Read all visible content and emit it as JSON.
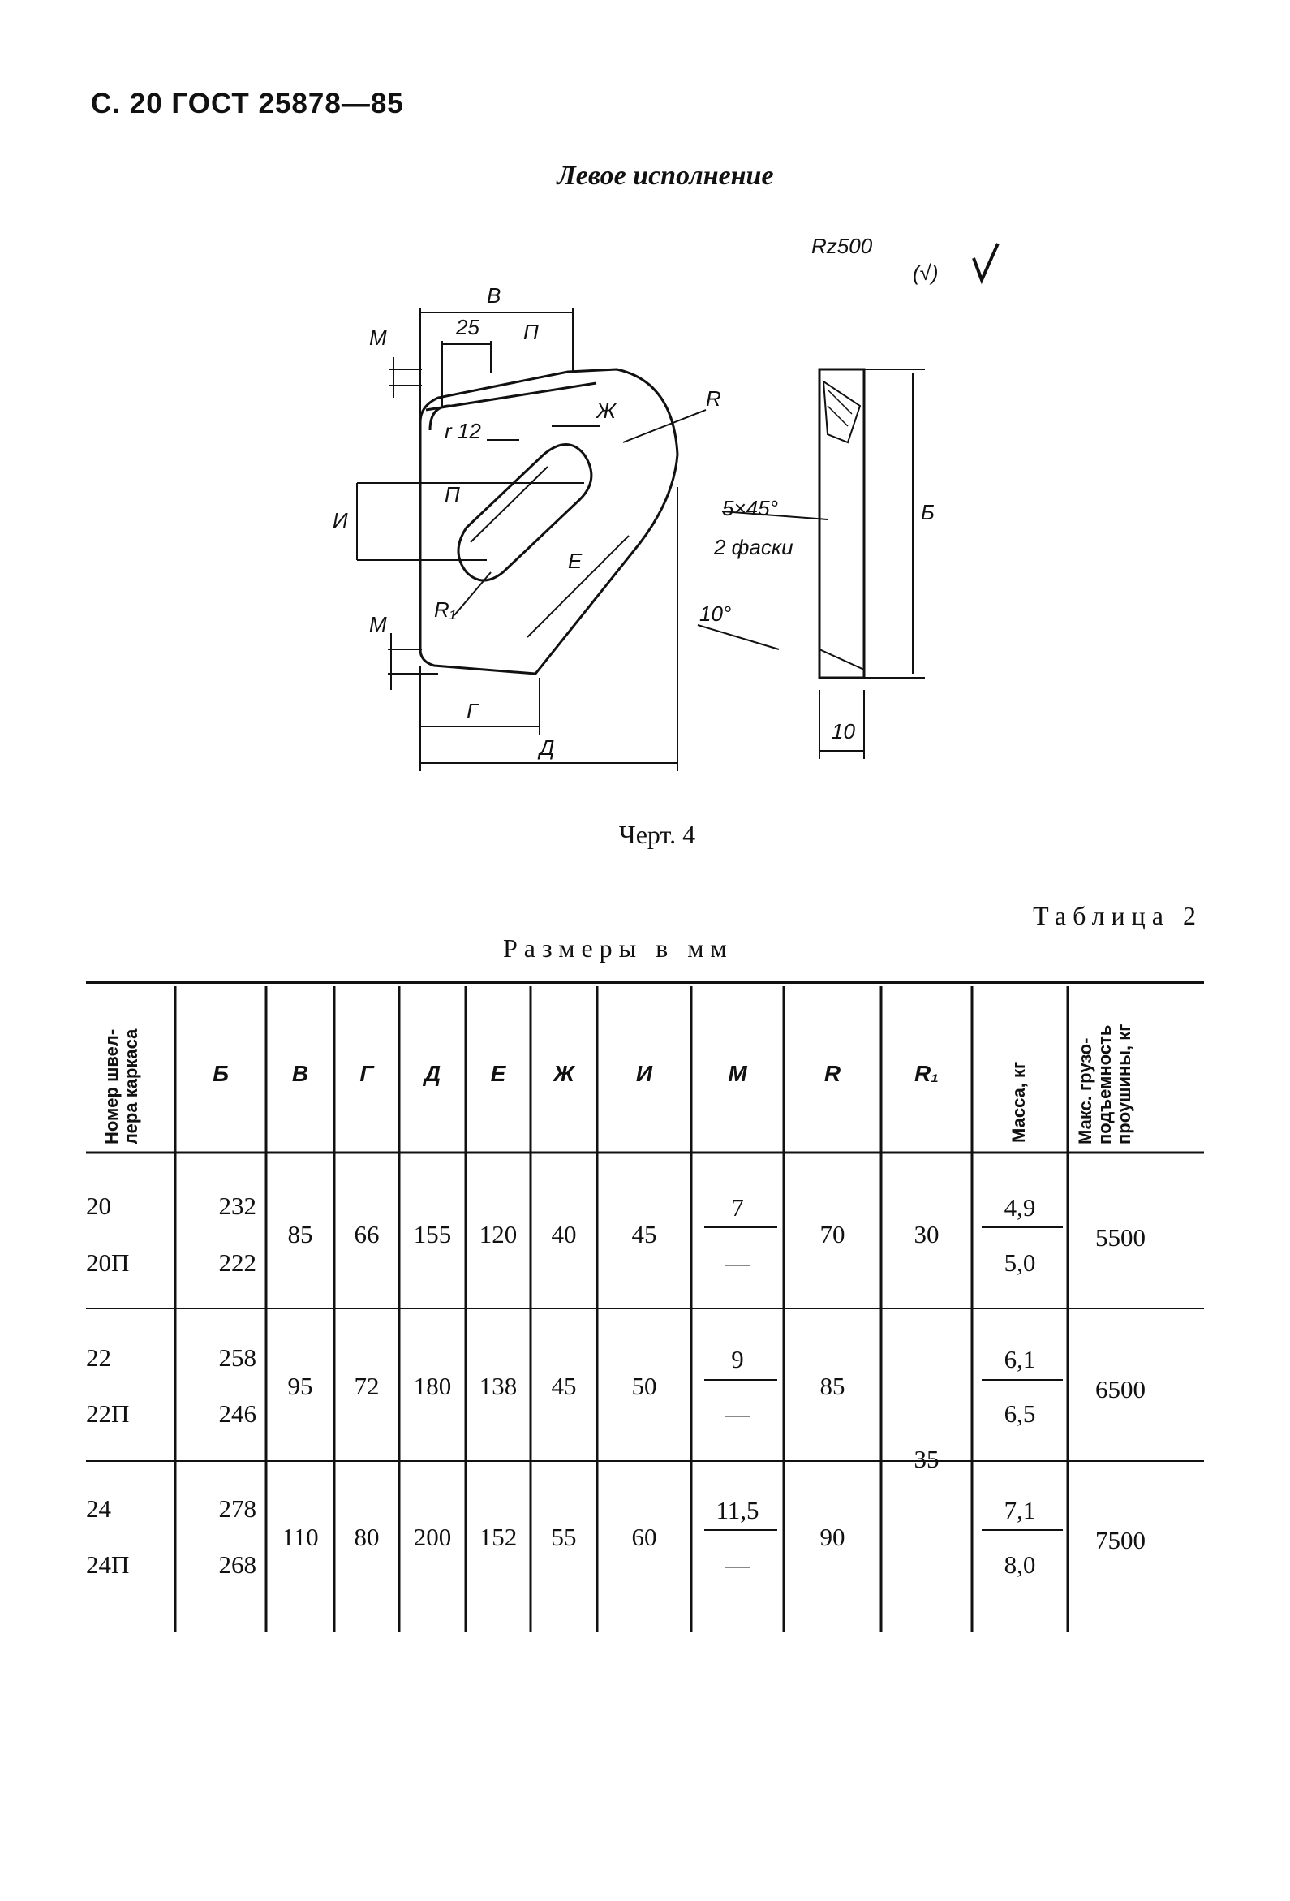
{
  "header": "С. 20 ГОСТ 25878—85",
  "subtitle": "Левое исполнение",
  "drawing": {
    "roughness": "Rz500",
    "roughness_note": "(√)",
    "labels": {
      "B": "В",
      "d25": "25",
      "P1": "П",
      "M1": "М",
      "r12": "r 12",
      "Zh": "Ж",
      "R": "R",
      "I": "И",
      "P2": "П",
      "R1": "R₁",
      "E": "Е",
      "M2": "М",
      "G": "Г",
      "D": "Д",
      "chamfer1": "5×45°",
      "chamfer2": "2 фаски",
      "B_cap": "Б",
      "angle": "10°",
      "d10": "10"
    }
  },
  "caption": "Черт. 4",
  "table_label": "Таблица 2",
  "units": "Размеры в мм",
  "table": {
    "headers": {
      "number": "Номер швел-лера каркаса",
      "b": "Б",
      "v": "В",
      "g": "Г",
      "d": "Д",
      "e": "Е",
      "zh": "Ж",
      "i": "И",
      "m": "М",
      "r": "R",
      "r1": "R₁",
      "mass": "Масса, кг",
      "capacity": "Макс. грузо-подъемность проушины, кг"
    },
    "groups": [
      {
        "n1": "20",
        "n2": "20П",
        "b1": "232",
        "b2": "222",
        "v": "85",
        "g": "66",
        "d": "155",
        "e": "120",
        "zh": "40",
        "i": "45",
        "m1": "7",
        "m2": "—",
        "r": "70",
        "r1": "30",
        "mass1": "4,9",
        "mass2": "5,0",
        "cap": "5500"
      },
      {
        "n1": "22",
        "n2": "22П",
        "b1": "258",
        "b2": "246",
        "v": "95",
        "g": "72",
        "d": "180",
        "e": "138",
        "zh": "45",
        "i": "50",
        "m1": "9",
        "m2": "—",
        "r": "85",
        "r1": "35",
        "mass1": "6,1",
        "mass2": "6,5",
        "cap": "6500"
      },
      {
        "n1": "24",
        "n2": "24П",
        "b1": "278",
        "b2": "268",
        "v": "110",
        "g": "80",
        "d": "200",
        "e": "152",
        "zh": "55",
        "i": "60",
        "m1": "11,5",
        "m2": "—",
        "r": "90",
        "r1": "",
        "mass1": "7,1",
        "mass2": "8,0",
        "cap": "7500"
      }
    ]
  }
}
